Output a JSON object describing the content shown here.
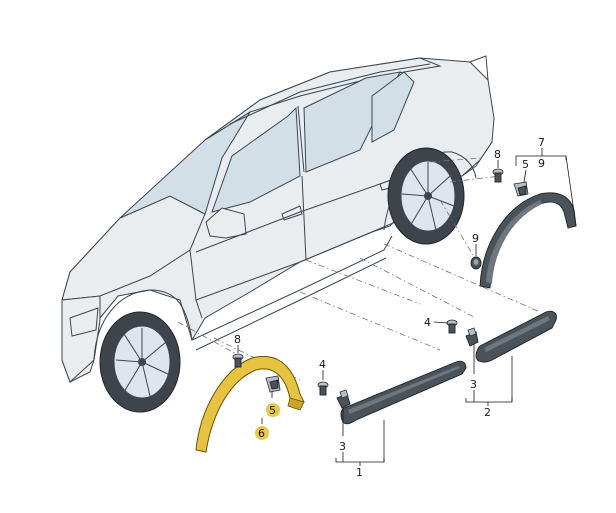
{
  "callouts": {
    "c1": "1",
    "c2": "2",
    "c3a": "3",
    "c3b": "3",
    "c4a": "4",
    "c4b": "4",
    "c5a": "5",
    "c5b": "5",
    "c6": "6",
    "c7": "7",
    "c8a": "8",
    "c8b": "8",
    "c9a": "9",
    "c9b": "9"
  },
  "colors": {
    "highlight": "#e8c84a",
    "outline": "#3c4650"
  }
}
